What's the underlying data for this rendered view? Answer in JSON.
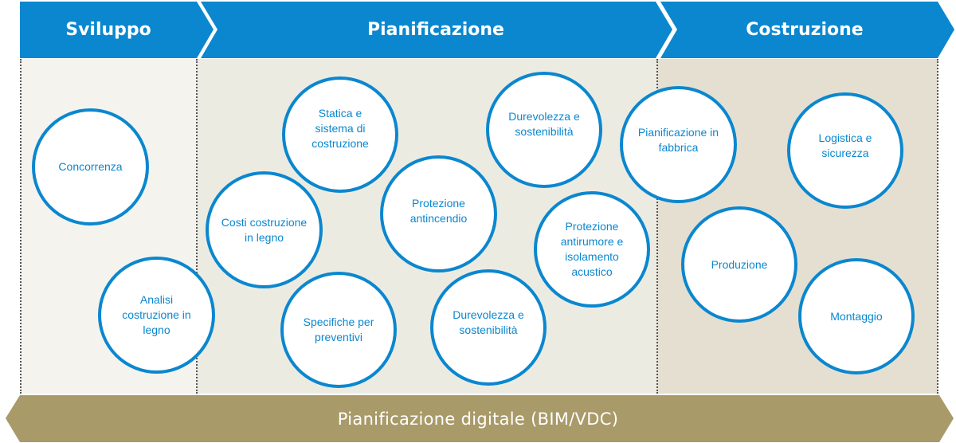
{
  "colors": {
    "phase_header": "#0a87cf",
    "circle_border": "#0a87cf",
    "circle_text": "#0a87cf",
    "zone_sviluppo": "#f4f3ee",
    "zone_pianificazione": "#ecebe2",
    "zone_costruzione": "#e5dfd2",
    "bottom_bar": "#a99a69"
  },
  "phases": [
    {
      "label": "Sviluppo"
    },
    {
      "label": "Pianificazione"
    },
    {
      "label": "Costruzione"
    }
  ],
  "sviluppo": {
    "items": [
      {
        "label": "Concorrenza"
      },
      {
        "label": "Analisi costruzione in legno"
      }
    ]
  },
  "pianificazione": {
    "items": [
      {
        "label": "Statica e sistema di costruzione"
      },
      {
        "label": "Durevolezza e sostenibilità"
      },
      {
        "label": "Costi costruzione in legno"
      },
      {
        "label": "Protezione antincendio"
      },
      {
        "label": "Protezione antirumore e isolamento acustico"
      },
      {
        "label": "Specifiche per preventivi"
      },
      {
        "label": "Durevolezza e sostenibilità"
      }
    ]
  },
  "costruzione": {
    "items": [
      {
        "label": "Pianificazione in fabbrica"
      },
      {
        "label": "Logistica e sicurezza"
      },
      {
        "label": "Produzione"
      },
      {
        "label": "Montaggio"
      }
    ]
  },
  "bottom_bar": {
    "label": "Pianificazione digitale (BIM/VDC)"
  }
}
